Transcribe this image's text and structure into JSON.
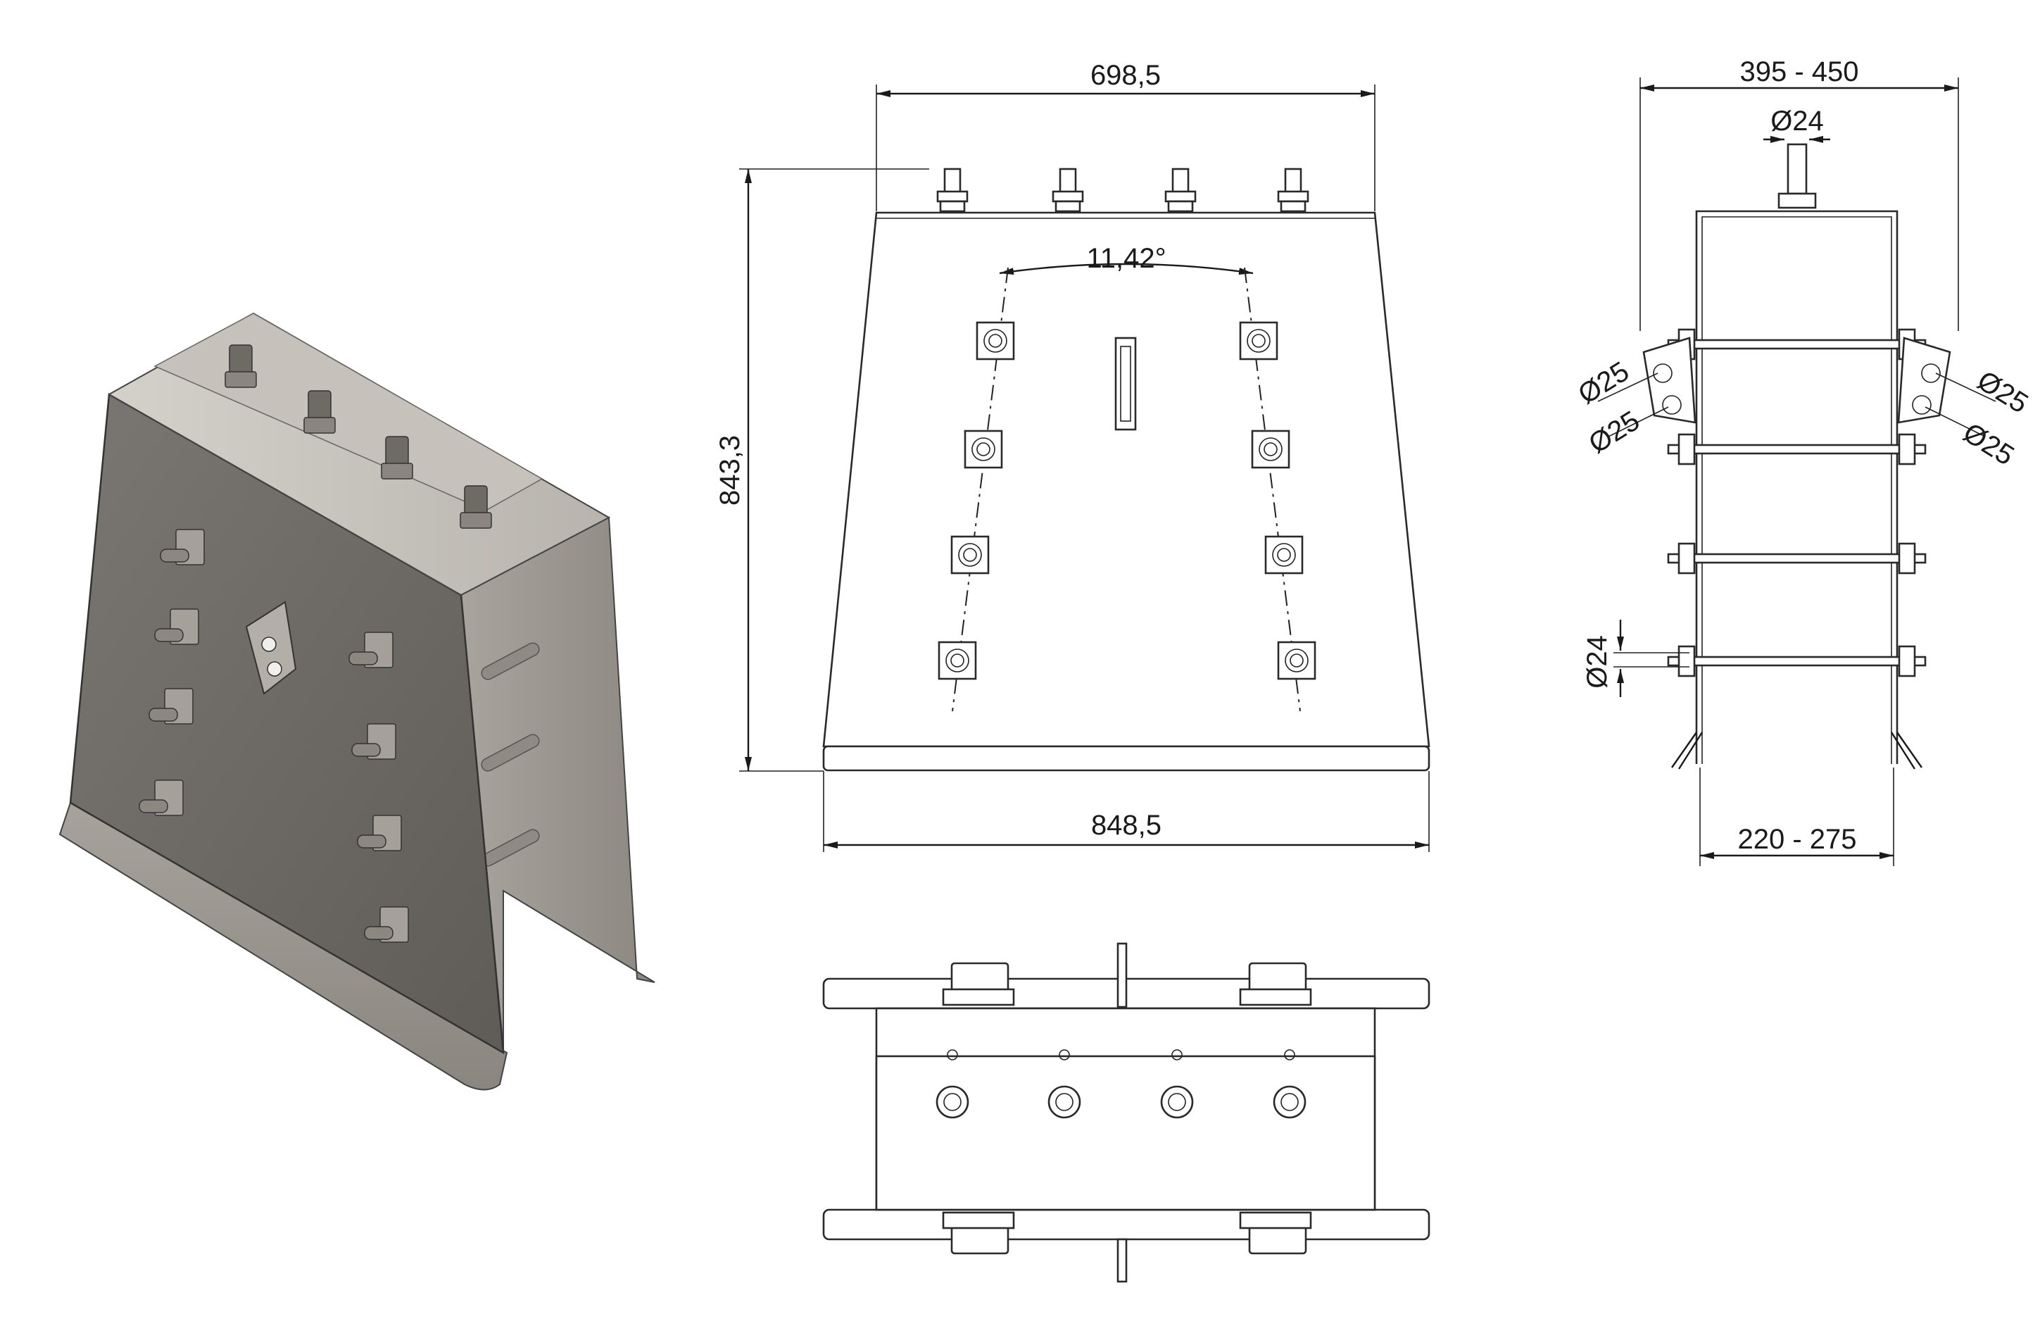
{
  "views": {
    "iso": "isometric-view",
    "front": "front-view",
    "side": "side-view",
    "top": "top-view"
  },
  "dimensions": {
    "front_top_width": "698,5",
    "front_bottom_width": "848,5",
    "front_height": "843,3",
    "front_angle": "11,42°",
    "side_outer_width": "395 - 450",
    "side_inner_width": "220 - 275",
    "side_top_diameter": "Ø24",
    "side_bolt_diameter": "Ø24",
    "side_hole_top_left": "Ø25",
    "side_hole_bottom_left": "Ø25",
    "side_hole_top_right": "Ø25",
    "side_hole_bottom_right": "Ø25"
  },
  "colors": {
    "line": "#1a1a1a",
    "steel_dark": "#6e6b66",
    "steel_mid": "#9a968f",
    "steel_light": "#c9c6c0"
  }
}
